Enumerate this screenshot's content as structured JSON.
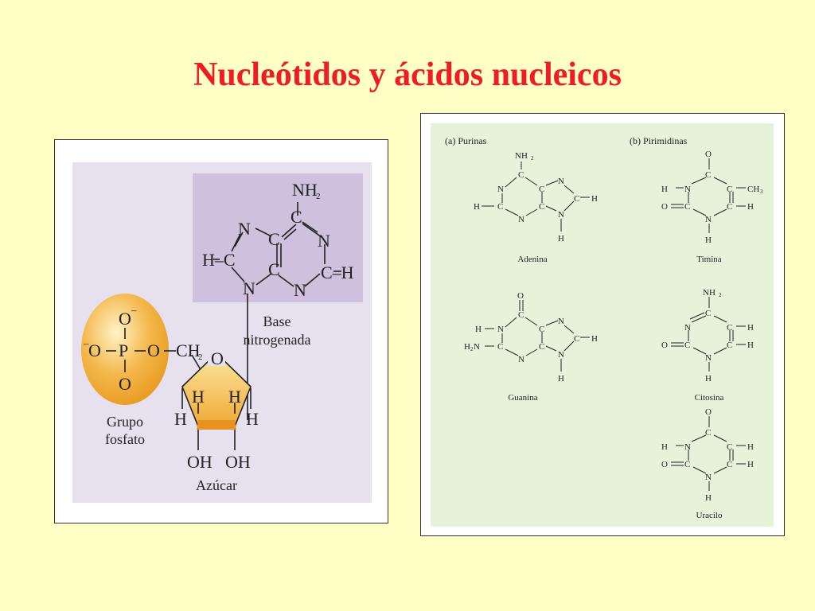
{
  "title": "Nucleótidos y ácidos nucleicos",
  "colors": {
    "background": "#ffffc6",
    "title": "#ef1c24",
    "left_panel_bg": "#e6e0ef",
    "base_box": "#cfc0de",
    "phosphate": "#f4b74a",
    "sugar": "#f4b74a",
    "right_panel_bg": "#e6f3da"
  },
  "nucleotide": {
    "base_label_line1": "Base",
    "base_label_line2": "nitrogenada",
    "phosphate_label_line1": "Grupo",
    "phosphate_label_line2": "fosfato",
    "sugar_label": "Azúcar",
    "atoms": {
      "NH2": "NH",
      "N": "N",
      "C": "C",
      "H": "H",
      "HC": "H–C",
      "CH": "C–H",
      "O": "O",
      "Ominus": "O",
      "minusO": "O",
      "P": "P",
      "CH2": "CH",
      "OH": "OH",
      "sub2": "2",
      "minus": "–"
    }
  },
  "bases": {
    "purines_heading": "(a) Purinas",
    "pyrimidines_heading": "(b) Pirimidinas",
    "adenina": "Adenina",
    "guanina": "Guanina",
    "timina": "Timina",
    "citosina": "Citosina",
    "uracilo": "Uracilo",
    "labels": {
      "NH2": "NH",
      "H2N": "H",
      "N": "N",
      "C": "C",
      "O": "O",
      "H": "H",
      "CH3": "CH",
      "sub2": "2",
      "sub3": "3"
    }
  }
}
